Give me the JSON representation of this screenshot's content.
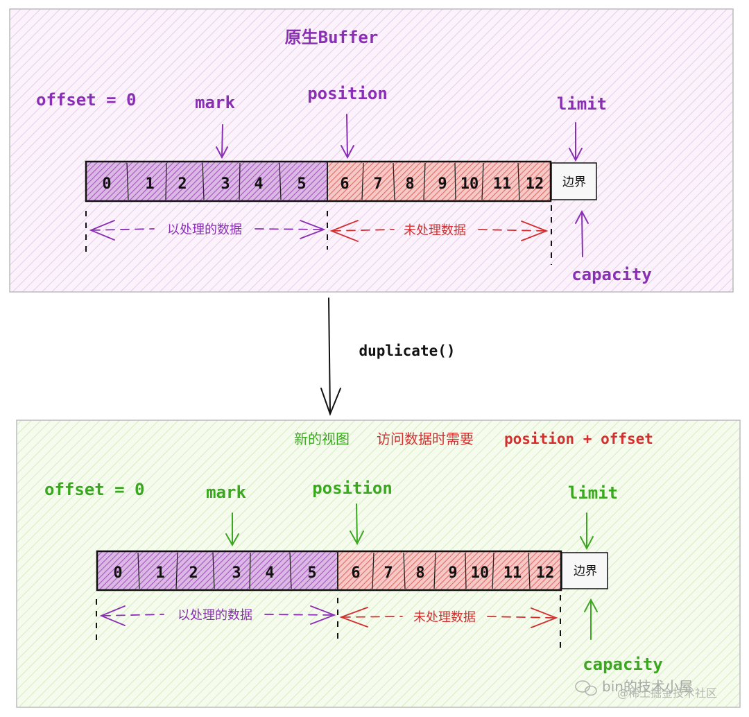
{
  "colors": {
    "purple": "#8a2fb5",
    "red": "#d32f2f",
    "green": "#3aa81f",
    "black": "#111111",
    "top_bg": "#fbf0fb",
    "bottom_bg": "#f3fae9"
  },
  "top": {
    "title": "原生Buffer",
    "offset_label": "offset = 0",
    "mark_label": "mark",
    "position_label": "position",
    "limit_label": "limit",
    "capacity_label": "capacity",
    "cells": [
      "0",
      "1",
      "2",
      "3",
      "4",
      "5",
      "6",
      "7",
      "8",
      "9",
      "10",
      "11",
      "12"
    ],
    "boundary_label": "边界",
    "processed_label": "以处理的数据",
    "unprocessed_label": "未处理数据"
  },
  "operation": {
    "label": "duplicate()"
  },
  "bottom": {
    "title_part1": "新的视图",
    "title_part2": "访问数据时需要",
    "title_part3": "position + offset",
    "offset_label": "offset = 0",
    "mark_label": "mark",
    "position_label": "position",
    "limit_label": "limit",
    "capacity_label": "capacity",
    "cells": [
      "0",
      "1",
      "2",
      "3",
      "4",
      "5",
      "6",
      "7",
      "8",
      "9",
      "10",
      "11",
      "12"
    ],
    "boundary_label": "边界",
    "processed_label": "以处理的数据",
    "unprocessed_label": "未处理数据"
  },
  "watermark": {
    "text": "bin的技术小屋",
    "sub": "@稀土掘金技术社区"
  }
}
